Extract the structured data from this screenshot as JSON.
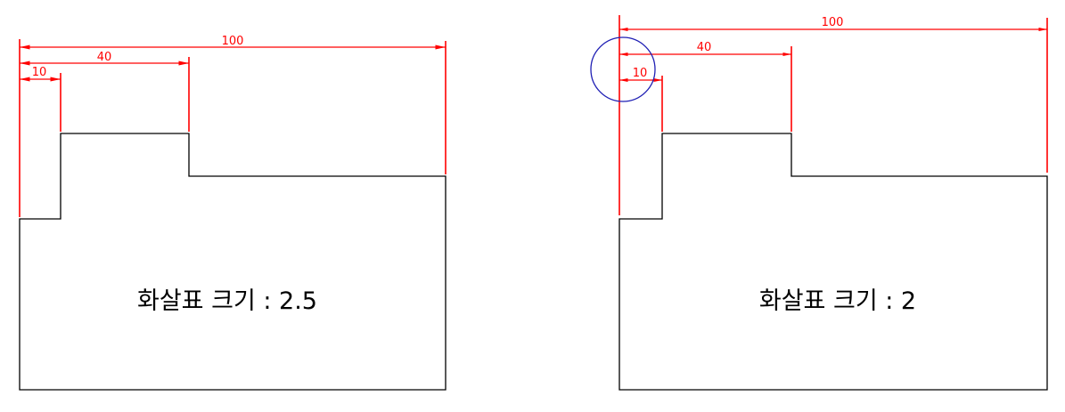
{
  "colors": {
    "dimension": "#ff0000",
    "outline": "#000000",
    "marker": "#1f1fb4",
    "background": "#ffffff"
  },
  "left_drawing": {
    "dimensions": {
      "overall": "100",
      "step": "40",
      "small": "10"
    },
    "caption": "화살표 크기 : 2.5"
  },
  "right_drawing": {
    "dimensions": {
      "overall": "100",
      "step": "40",
      "small": "10"
    },
    "caption": "화살표 크기 : 2"
  }
}
